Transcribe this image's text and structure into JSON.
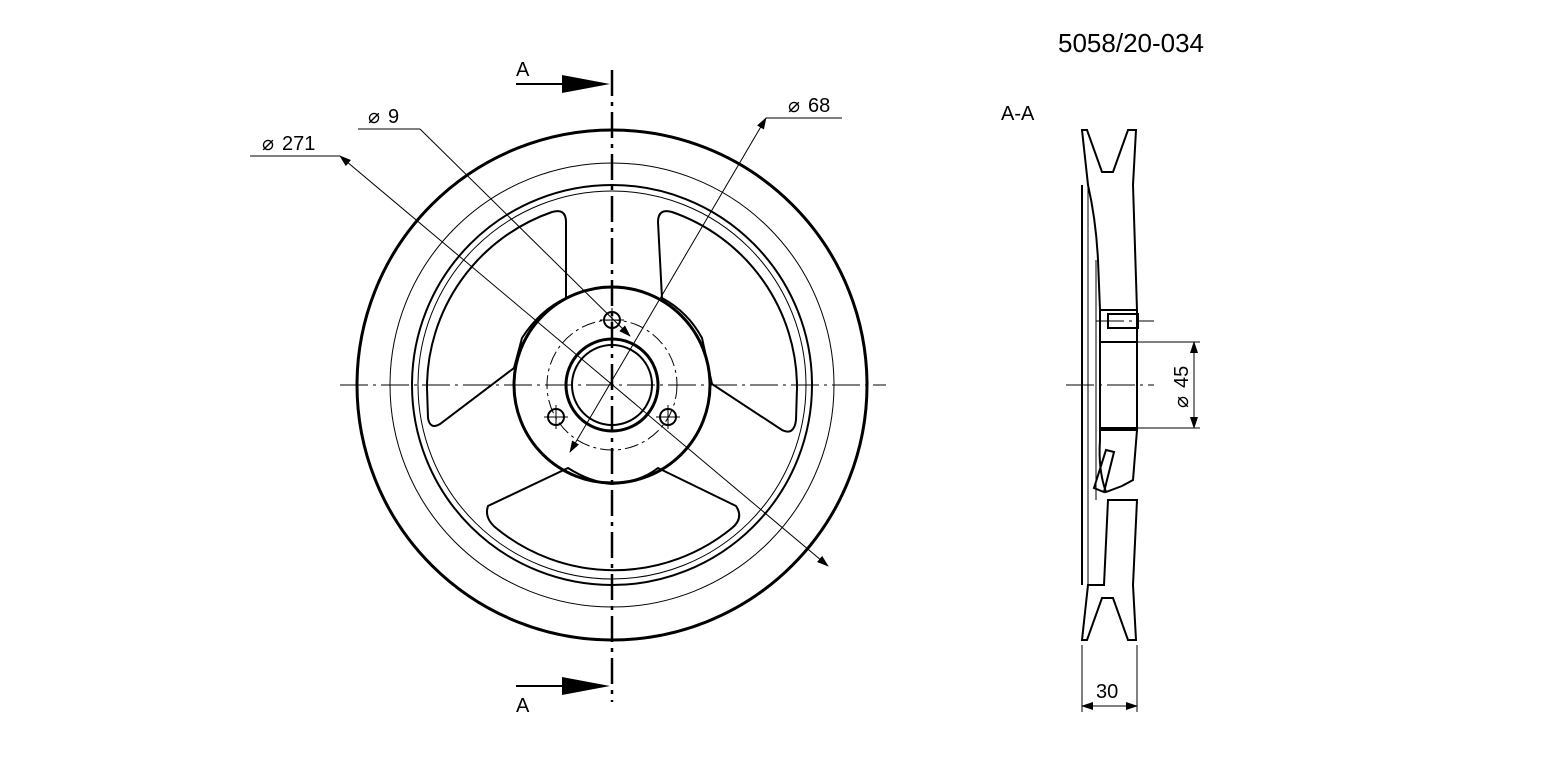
{
  "drawing": {
    "part_number": "5058/20-034",
    "section_marker_top": "A",
    "section_marker_bottom": "A",
    "section_view_label": "A-A",
    "dimensions": {
      "outer_diameter": "271",
      "hole_diameter": "9",
      "bolt_circle_diameter": "68",
      "bore_diameter": "45",
      "width": "30"
    },
    "diameter_symbol": "⌀"
  }
}
